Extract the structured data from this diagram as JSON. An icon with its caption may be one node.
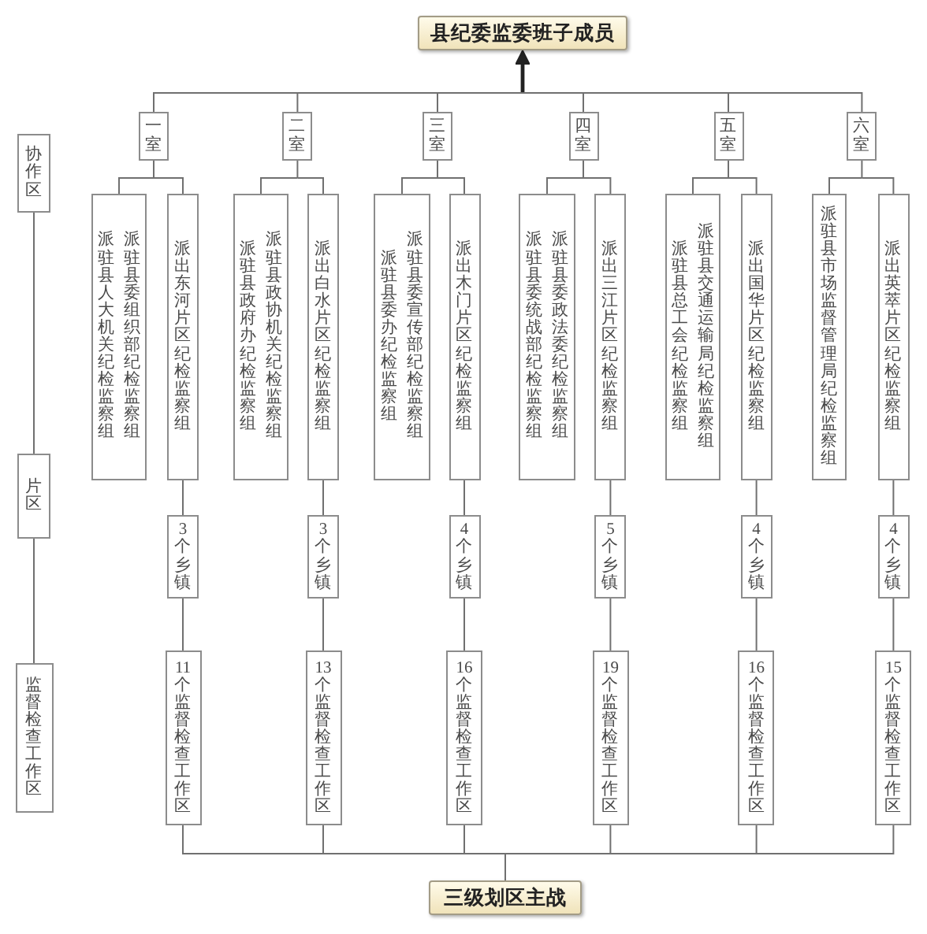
{
  "diagram": {
    "nodes": [
      {
        "text": [
          "县纪委监委班子成员"
        ]
      },
      {
        "text": [
          "协作区"
        ]
      },
      {
        "text": [
          "片区"
        ]
      },
      {
        "text": [
          "监督检查工作区"
        ]
      },
      {
        "text": [
          "一室"
        ]
      },
      {
        "text": [
          "二室"
        ]
      },
      {
        "text": [
          "三室"
        ]
      },
      {
        "text": [
          "四室"
        ]
      },
      {
        "text": [
          "五室"
        ]
      },
      {
        "text": [
          "六室"
        ]
      },
      {
        "text": [
          "派驻县人大机关纪检监察组",
          "派驻县委组织部纪检监察组"
        ]
      },
      {
        "text": [
          "派出东河片区纪检监察组"
        ]
      },
      {
        "text": [
          "派驻县政府办纪检监察组",
          "派驻县政协机关纪检监察组"
        ]
      },
      {
        "text": [
          "派出白水片区纪检监察组"
        ]
      },
      {
        "text": [
          "派驻县委办纪检监察组",
          "派驻县委宣传部纪检监察组"
        ]
      },
      {
        "text": [
          "派出木门片区纪检监察组"
        ]
      },
      {
        "text": [
          "派驻县委统战部纪检监察组",
          "派驻县委政法委纪检监察组"
        ]
      },
      {
        "text": [
          "派出三江片区纪检监察组"
        ]
      },
      {
        "text": [
          "派驻县总工会纪检监察组",
          "派驻县交通运输局纪检监察组"
        ]
      },
      {
        "text": [
          "派出国华片区纪检监察组"
        ]
      },
      {
        "text": [
          "派驻县市场监督管理局纪检监察组"
        ]
      },
      {
        "text": [
          "派出英萃片区纪检监察组"
        ]
      },
      {
        "text": [
          "3个乡镇"
        ]
      },
      {
        "text": [
          "3个乡镇"
        ]
      },
      {
        "text": [
          "4个乡镇"
        ]
      },
      {
        "text": [
          "5个乡镇"
        ]
      },
      {
        "text": [
          "4个乡镇"
        ]
      },
      {
        "text": [
          "4个乡镇"
        ]
      },
      {
        "text": [
          "11个监督检查工作区"
        ]
      },
      {
        "text": [
          "13个监督检查工作区"
        ]
      },
      {
        "text": [
          "16个监督检查工作区"
        ]
      },
      {
        "text": [
          "19个监督检查工作区"
        ]
      },
      {
        "text": [
          "16个监督检查工作区"
        ]
      },
      {
        "text": [
          "15个监督检查工作区"
        ]
      },
      {
        "text": [
          "三级划区主战"
        ]
      }
    ],
    "edges": [
      {
        "from": 4,
        "to": 0,
        "arrow": "to"
      },
      {
        "from": 5,
        "to": 0,
        "arrow": "to"
      },
      {
        "from": 6,
        "to": 0,
        "arrow": "to"
      },
      {
        "from": 7,
        "to": 0,
        "arrow": "to"
      },
      {
        "from": 8,
        "to": 0,
        "arrow": "to"
      },
      {
        "from": 9,
        "to": 0,
        "arrow": "to"
      },
      {
        "from": 4,
        "to": 10,
        "arrow": "none"
      },
      {
        "from": 4,
        "to": 11,
        "arrow": "none"
      },
      {
        "from": 5,
        "to": 12,
        "arrow": "none"
      },
      {
        "from": 5,
        "to": 13,
        "arrow": "none"
      },
      {
        "from": 6,
        "to": 14,
        "arrow": "none"
      },
      {
        "from": 6,
        "to": 15,
        "arrow": "none"
      },
      {
        "from": 7,
        "to": 16,
        "arrow": "none"
      },
      {
        "from": 7,
        "to": 17,
        "arrow": "none"
      },
      {
        "from": 8,
        "to": 18,
        "arrow": "none"
      },
      {
        "from": 8,
        "to": 19,
        "arrow": "none"
      },
      {
        "from": 9,
        "to": 20,
        "arrow": "none"
      },
      {
        "from": 9,
        "to": 21,
        "arrow": "none"
      },
      {
        "from": 11,
        "to": 22,
        "arrow": "none"
      },
      {
        "from": 13,
        "to": 23,
        "arrow": "none"
      },
      {
        "from": 15,
        "to": 24,
        "arrow": "none"
      },
      {
        "from": 17,
        "to": 25,
        "arrow": "none"
      },
      {
        "from": 19,
        "to": 26,
        "arrow": "none"
      },
      {
        "from": 21,
        "to": 27,
        "arrow": "none"
      },
      {
        "from": 22,
        "to": 28,
        "arrow": "none"
      },
      {
        "from": 23,
        "to": 29,
        "arrow": "none"
      },
      {
        "from": 24,
        "to": 30,
        "arrow": "none"
      },
      {
        "from": 25,
        "to": 31,
        "arrow": "none"
      },
      {
        "from": 26,
        "to": 32,
        "arrow": "none"
      },
      {
        "from": 27,
        "to": 33,
        "arrow": "none"
      },
      {
        "from": 28,
        "to": 34,
        "arrow": "none"
      },
      {
        "from": 29,
        "to": 34,
        "arrow": "none"
      },
      {
        "from": 30,
        "to": 34,
        "arrow": "none"
      },
      {
        "from": 31,
        "to": 34,
        "arrow": "none"
      },
      {
        "from": 32,
        "to": 34,
        "arrow": "none"
      },
      {
        "from": 33,
        "to": 34,
        "arrow": "none"
      },
      {
        "from": 1,
        "to": 2,
        "arrow": "none"
      },
      {
        "from": 2,
        "to": 3,
        "arrow": "none"
      }
    ]
  }
}
